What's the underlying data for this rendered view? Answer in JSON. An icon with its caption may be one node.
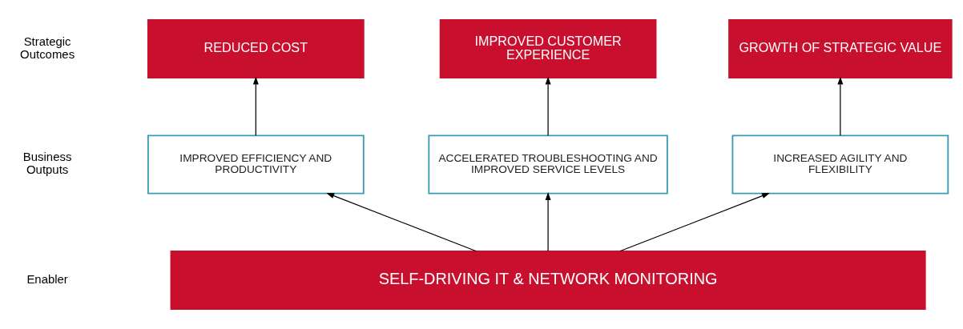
{
  "diagram": {
    "nodes": [
      {
        "text": [
          "REDUCED COST"
        ]
      },
      {
        "text": [
          "IMPROVED CUSTOMER EXPERIENCE"
        ]
      },
      {
        "text": [
          "GROWTH OF STRATEGIC VALUE"
        ]
      },
      {
        "text": [
          "IMPROVED EFFICIENCY AND PRODUCTIVITY"
        ]
      },
      {
        "text": [
          "ACCELERATED TROUBLESHOOTING AND IMPROVED SERVICE LEVELS"
        ]
      },
      {
        "text": [
          "INCREASED AGILITY AND FLEXIBILITY"
        ]
      },
      {
        "text": [
          "SELF-DRIVING IT & NETWORK MONITORING"
        ]
      }
    ],
    "edges": [
      {
        "from": 3,
        "to": 0,
        "arrow": "to"
      },
      {
        "from": 4,
        "to": 1,
        "arrow": "to"
      },
      {
        "from": 5,
        "to": 2,
        "arrow": "to"
      },
      {
        "from": 6,
        "to": 3,
        "arrow": "to"
      },
      {
        "from": 6,
        "to": 4,
        "arrow": "to"
      },
      {
        "from": 6,
        "to": 5,
        "arrow": "to"
      }
    ],
    "labels": [
      "Strategic Outcomes",
      "Business Outputs",
      "Enabler"
    ]
  }
}
